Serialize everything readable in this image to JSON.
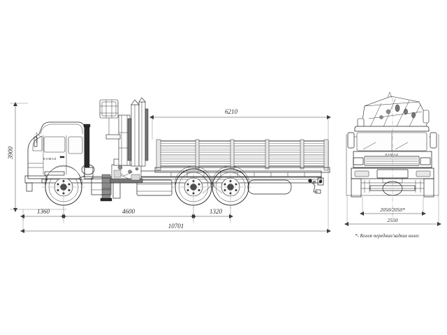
{
  "document": {
    "type": "technical-drawing",
    "subject": "KAMAZ 6x6 flatbed truck with knuckle-boom crane",
    "background_color": "#ffffff",
    "line_color": "#1e1e1e"
  },
  "views": {
    "side": {
      "name": "side-elevation",
      "vehicle_badge": "KAMAZ"
    },
    "front": {
      "name": "front-elevation",
      "grille_badge": "KAMAZ"
    }
  },
  "dimensions": {
    "overall_height": "3900",
    "crane_reach_or_body_length": "6210",
    "front_overhang": "1360",
    "wheelbase": "4600",
    "rear_axle_spacing": "1320",
    "overall_length": "10701",
    "track_front_rear": "2050/2050*",
    "overall_width": "2550"
  },
  "annotations": {
    "footnote": "*- Колея передних/задних колес"
  },
  "labels": {
    "height_label": "3900",
    "top_span_label": "6210",
    "seg1_label": "1360",
    "seg2_label": "4600",
    "seg3_label": "1320",
    "total_label": "10701",
    "track_label": "2050/2050*",
    "width_label": "2550",
    "note_label": "*- Колея передних/задних колес",
    "badge_label": "KAMAZ"
  }
}
